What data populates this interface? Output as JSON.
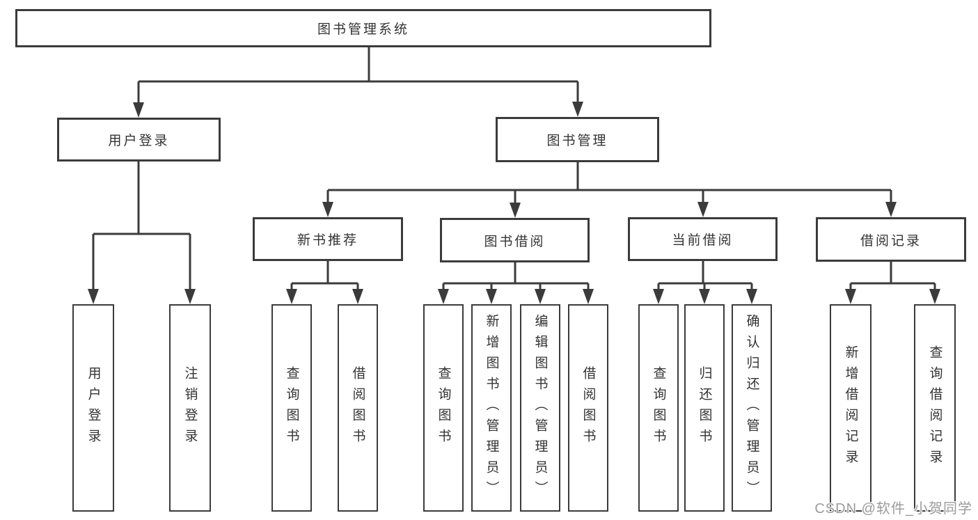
{
  "diagram": {
    "tree": {
      "root": {
        "label": "图书管理系统"
      },
      "children": [
        {
          "label": "用户登录",
          "children": [
            {
              "label": "用户登录"
            },
            {
              "label": "注销登录"
            }
          ]
        },
        {
          "label": "图书管理",
          "children": [
            {
              "label": "新书推荐",
              "children": [
                {
                  "label": "查询图书"
                },
                {
                  "label": "借阅图书"
                }
              ]
            },
            {
              "label": "图书借阅",
              "children": [
                {
                  "label": "查询图书"
                },
                {
                  "label": "新增图书（管理员）"
                },
                {
                  "label": "编辑图书（管理员）"
                },
                {
                  "label": "借阅图书"
                }
              ]
            },
            {
              "label": "当前借阅",
              "children": [
                {
                  "label": "查询图书"
                },
                {
                  "label": "归还图书"
                },
                {
                  "label": "确认归还（管理员）"
                }
              ]
            },
            {
              "label": "借阅记录",
              "children": [
                {
                  "label": "新增借阅记录"
                },
                {
                  "label": "查询借阅记录"
                }
              ]
            }
          ]
        }
      ]
    },
    "colors": {
      "line": "#3b3b3b",
      "box_border": "#3b3b3b",
      "text": "#333333",
      "background": "#ffffff",
      "watermark": "#9b9b9b"
    }
  },
  "watermark": {
    "text": "CSDN @软件_小贺同学"
  }
}
